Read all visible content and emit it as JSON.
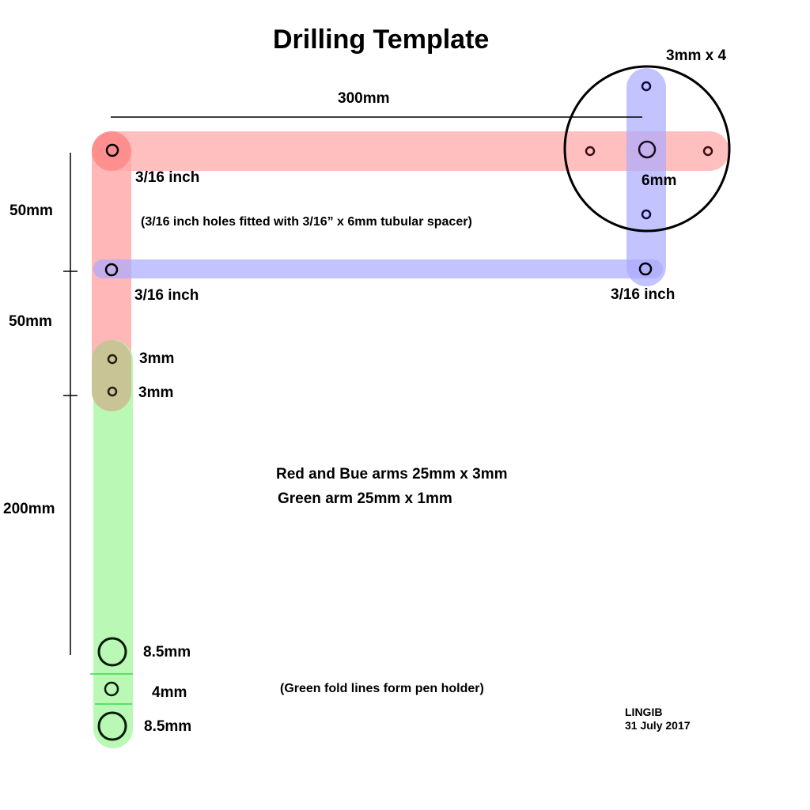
{
  "title": "Drilling Template",
  "colors": {
    "red_arm": "#ff9f9f",
    "blue_arm": "#a9a9ff",
    "green_arm": "#aef7a8",
    "olive_overlap": "#c8c496",
    "fold_line": "#39d94a",
    "hole_outline": "#000000"
  },
  "dimensions": {
    "horizontal": "300mm",
    "vertical_top": "50mm",
    "vertical_middle": "50mm",
    "vertical_bottom": "200mm"
  },
  "holes": {
    "red_top_left": "3/16 inch",
    "blue_left": "3/16 inch",
    "blue_right": "3/16 inch",
    "upper_3mm": "3mm",
    "lower_3mm": "3mm",
    "center": "6mm",
    "circle_group": "3mm x 4",
    "pen_top": "8.5mm",
    "pen_middle": "4mm",
    "pen_bottom": "8.5mm"
  },
  "notes": {
    "spacer": "(3/16 inch holes fitted with 3/16” x 6mm tubular spacer)",
    "arms_line1": "Red and Bue arms 25mm x 3mm",
    "arms_line2": "Green arm 25mm x 1mm",
    "fold": "(Green fold lines form pen holder)"
  },
  "signature": {
    "author": "LINGIB",
    "date": "31 July 2017"
  }
}
